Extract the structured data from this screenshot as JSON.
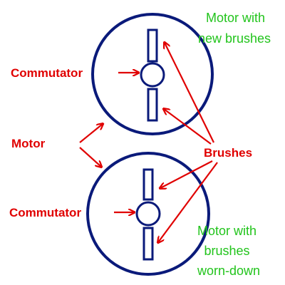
{
  "colors": {
    "motor": "#0a1a7a",
    "label": "#e00000",
    "caption": "#22c41c",
    "arrow": "#e00000"
  },
  "labels": {
    "commutator_top": "Commutator",
    "commutator_bottom": "Commutator",
    "motor": "Motor",
    "brushes": "Brushes",
    "caption_top": [
      "Motor with",
      "new brushes"
    ],
    "caption_bottom": [
      "Motor with",
      "brushes",
      "worn-down"
    ]
  }
}
